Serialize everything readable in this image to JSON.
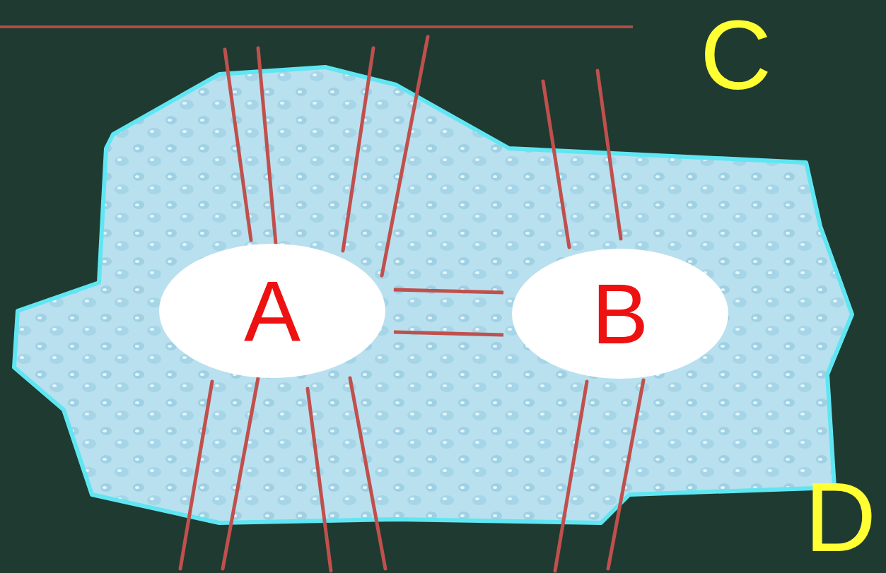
{
  "diagram": {
    "nodes": [
      {
        "text": [
          "A"
        ]
      },
      {
        "text": [
          "B"
        ]
      }
    ],
    "edges": [
      {
        "from": 0,
        "to": 1,
        "arrow": "none"
      },
      {
        "from": 0,
        "to": 1,
        "arrow": "none"
      }
    ],
    "labels": [
      "C",
      "D"
    ]
  }
}
